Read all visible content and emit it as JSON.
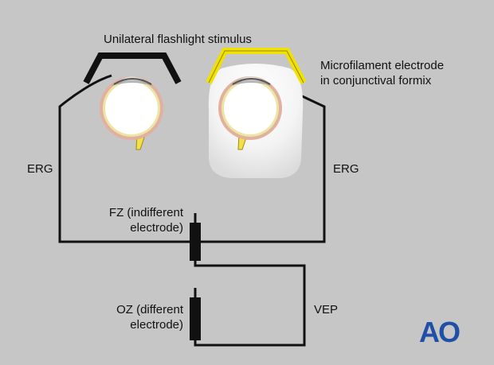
{
  "labels": {
    "stimulus": "Unilateral flashlight stimulus",
    "microfilament_line1": "Microfilament electrode",
    "microfilament_line2": "in conjunctival formix",
    "erg_left": "ERG",
    "erg_right": "ERG",
    "fz_line1": "FZ (indifferent",
    "fz_line2": "electrode)",
    "oz_line1": "OZ (different",
    "oz_line2": "electrode)",
    "vep": "VEP"
  },
  "logo": {
    "text": "AO"
  },
  "colors": {
    "background": "#c6c6c6",
    "wire": "#111111",
    "shade_left": "#111111",
    "shade_right": "#f2e000",
    "logo": "#1f4fa6"
  }
}
